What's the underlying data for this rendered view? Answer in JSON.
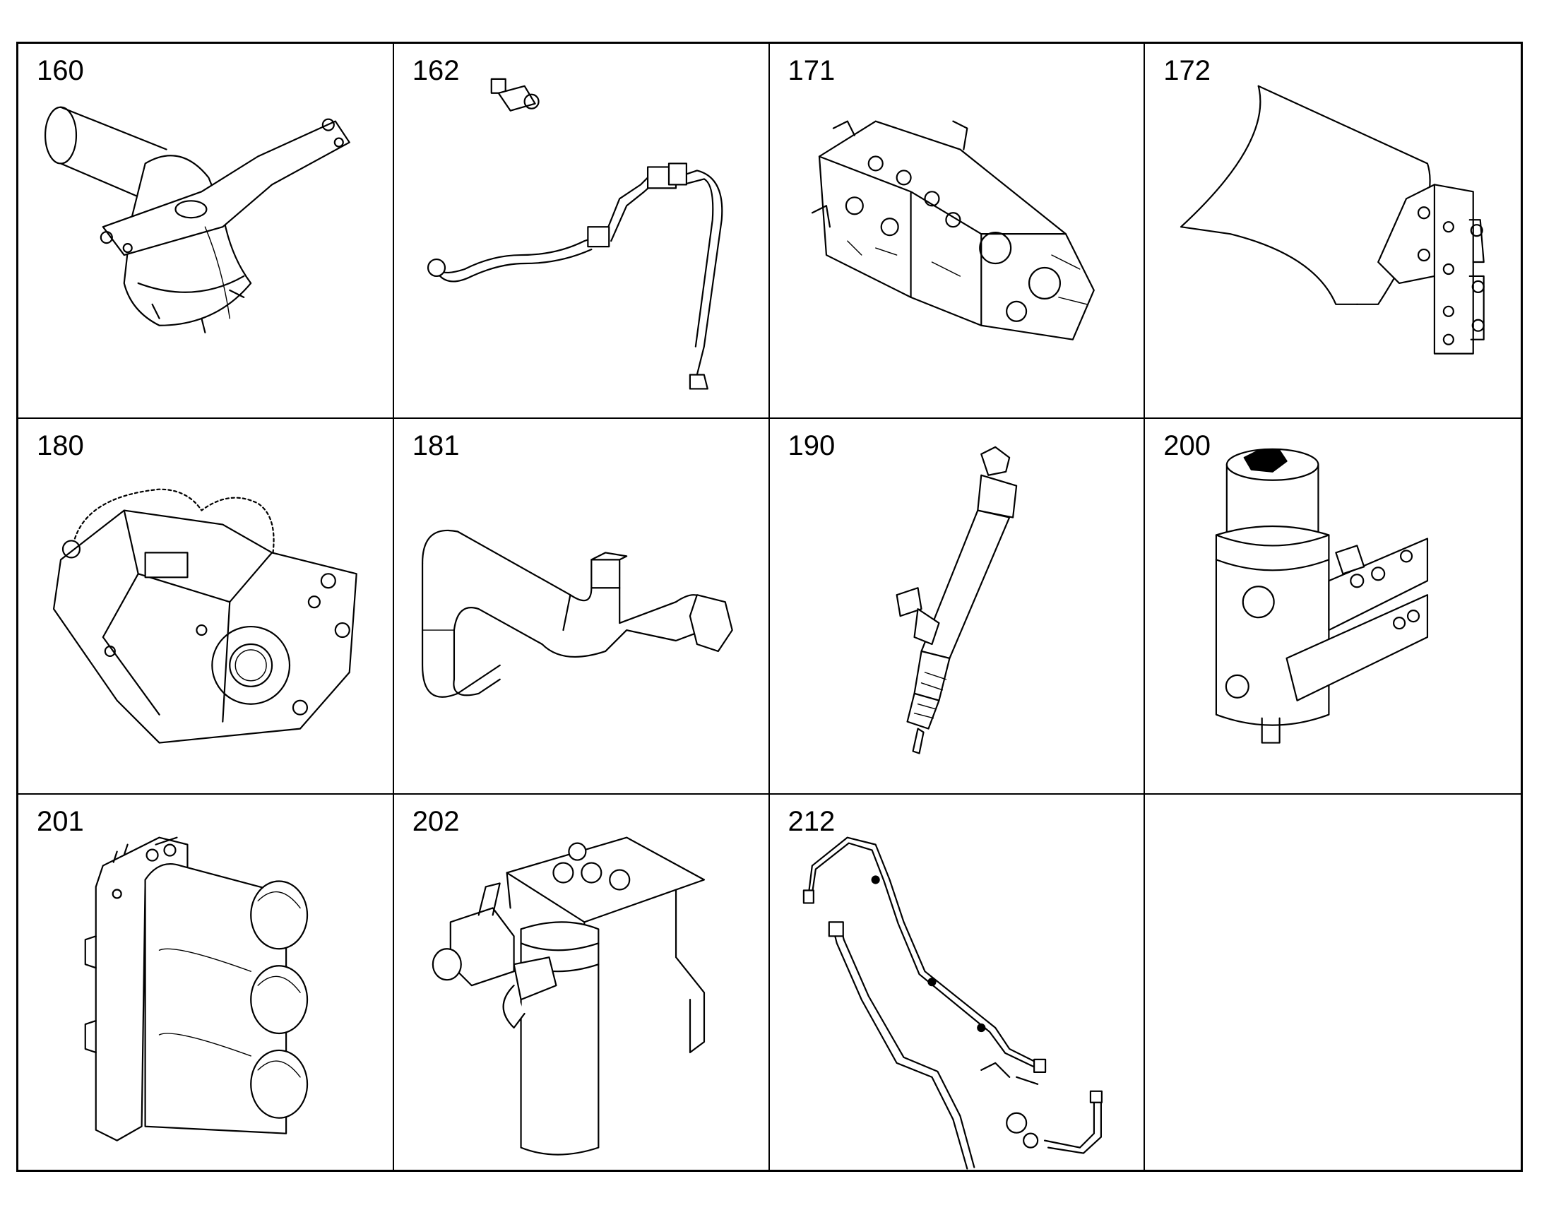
{
  "cells": [
    {
      "label": "160",
      "icon": "pump-housing-icon"
    },
    {
      "label": "162",
      "icon": "fuel-line-icon"
    },
    {
      "label": "171",
      "icon": "injection-pump-icon"
    },
    {
      "label": "172",
      "icon": "bracket-shield-icon"
    },
    {
      "label": "180",
      "icon": "gear-pump-icon"
    },
    {
      "label": "181",
      "icon": "bent-pipe-icon"
    },
    {
      "label": "190",
      "icon": "injector-icon"
    },
    {
      "label": "200",
      "icon": "fuel-filter-icon"
    },
    {
      "label": "201",
      "icon": "triple-filter-icon"
    },
    {
      "label": "202",
      "icon": "filter-bracket-icon"
    },
    {
      "label": "212",
      "icon": "fuel-tubes-icon"
    },
    {
      "label": "",
      "icon": ""
    }
  ]
}
